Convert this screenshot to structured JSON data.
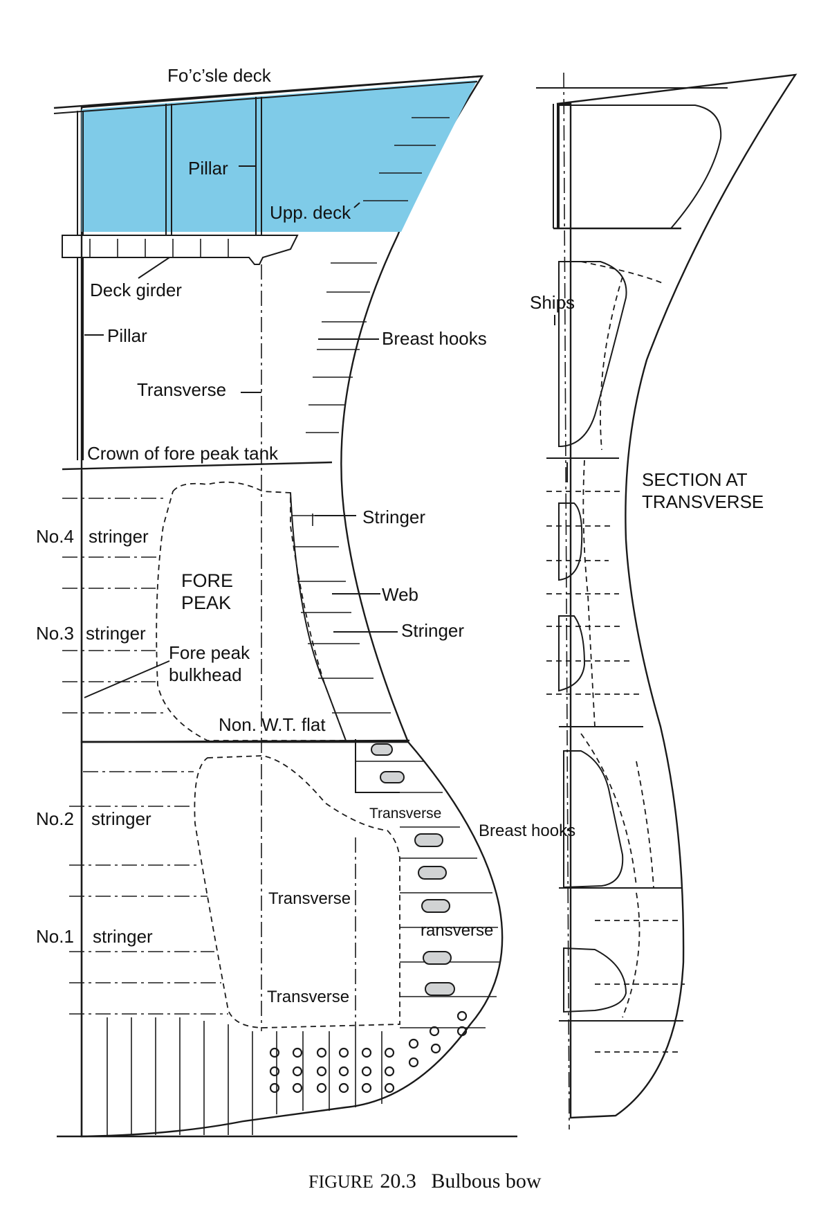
{
  "colors": {
    "light_blue": "#a9d8ec",
    "mid_blue": "#7fcbe8",
    "grey": "#d1d3d4",
    "line": "#1a1a1a"
  },
  "labels": {
    "focsle_deck": "Fo’c’sle deck",
    "pillar_top": "Pillar",
    "upp_deck": "Upp. deck",
    "deck_girder": "Deck girder",
    "pillar_mid": "Pillar",
    "breast_hooks_top": "Breast hooks",
    "transverse_mid": "Transverse",
    "crown": "Crown of fore peak tank",
    "stringer_upper": "Stringer",
    "no4": "No.4",
    "no4_stringer": "stringer",
    "fore_peak_1": "FORE",
    "fore_peak_2": "PEAK",
    "web": "Web",
    "no3": "No.3",
    "no3_stringer": "stringer",
    "stringer_lower": "Stringer",
    "fp_bulkhead_1": "Fore peak",
    "fp_bulkhead_2": "bulkhead",
    "non_wt_flat": "Non.  W.T. flat",
    "no2": "No.2",
    "no2_stringer": "stringer",
    "transverse_a": "Transverse",
    "breast_hooks_bottom": "Breast hooks",
    "transverse_b": "Transverse",
    "no1": "No.1",
    "no1_stringer": "stringer",
    "transverse_c": "ransverse",
    "transverse_d": "Transverse",
    "ships": "Ships",
    "section_1": "SECTION AT",
    "section_2": "TRANSVERSE"
  },
  "caption": {
    "figure": "FIGURE",
    "number": "20.3",
    "title": "Bulbous bow"
  }
}
